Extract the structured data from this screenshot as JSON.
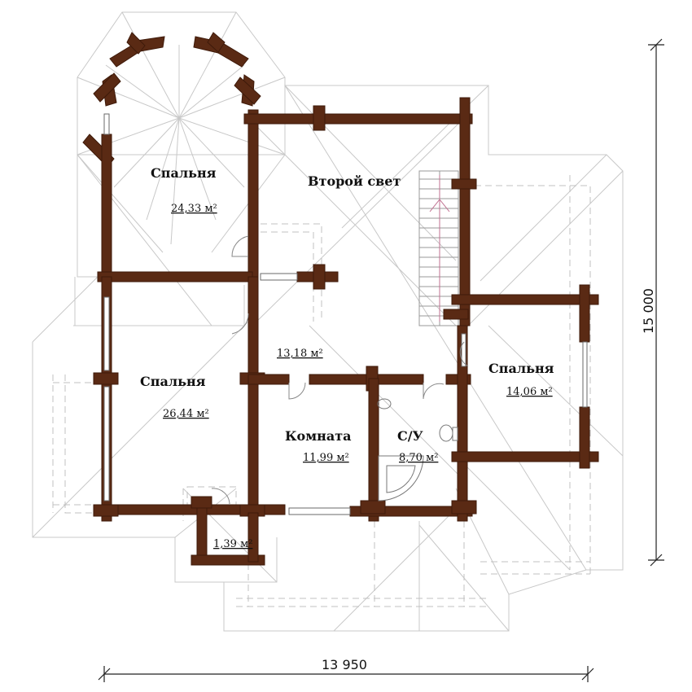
{
  "rooms": {
    "bedroom_tower": {
      "name": "Спальня",
      "area": "24,33 м²"
    },
    "second_light": {
      "name": "Второй свет"
    },
    "hall": {
      "area": "13,18 м²"
    },
    "bedroom_left": {
      "name": "Спальня",
      "area": "26,44 м²"
    },
    "bedroom_right": {
      "name": "Спальня",
      "area": "14,06 м²"
    },
    "room": {
      "name": "Комната",
      "area": "11,99 м²"
    },
    "bathroom": {
      "name": "С/У",
      "area": "8,70 м²"
    },
    "vestibule": {
      "area": "1,39 м²"
    }
  },
  "dimensions": {
    "width": "13 950",
    "height": "15 000"
  },
  "colors": {
    "wall": "#5a2a14",
    "roof_lines": "#c8c8c8"
  }
}
